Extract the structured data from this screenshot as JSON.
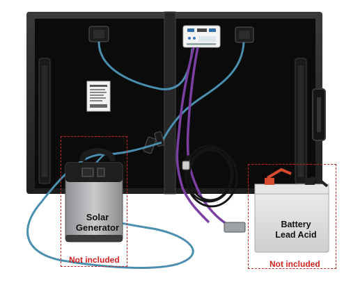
{
  "annotations": {
    "generator_label_line1": "Solar",
    "generator_label_line2": "Generator",
    "battery_label_line1": "Battery",
    "battery_label_line2": "Lead Acid",
    "generator_not_included": "Not included",
    "battery_not_included": "Not included"
  },
  "colors": {
    "frame": "#2a2a2a",
    "panel": "#0b0b0b",
    "cable_blue": "#4b8fb0",
    "cable_purple": "#7a3fa0",
    "dashed_box": "#c0272d",
    "not_included_text": "#d0211f"
  }
}
